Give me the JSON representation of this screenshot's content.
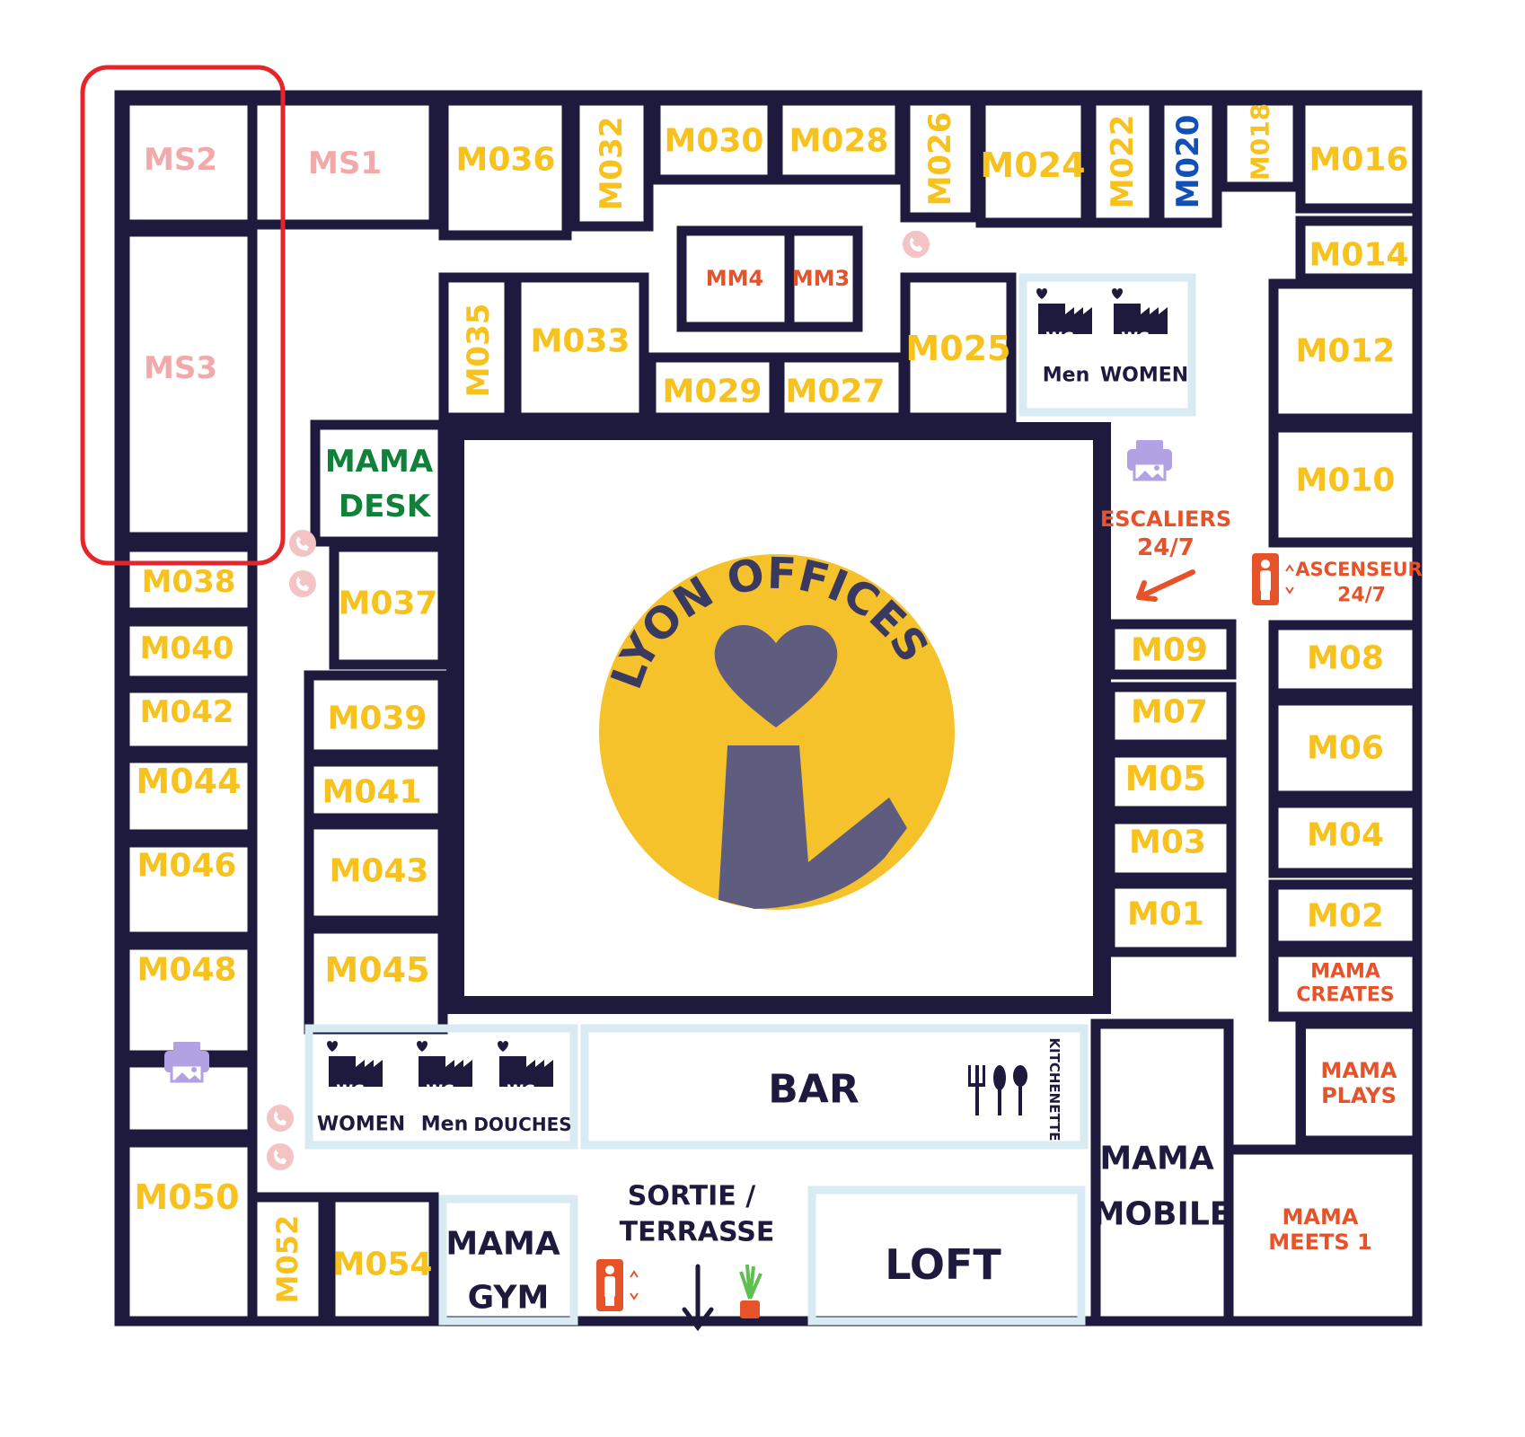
{
  "colors": {
    "wall": "#1d1a3d",
    "yellow": "#f7c21e",
    "pink": "#f2a9a9",
    "orange": "#e6532a",
    "green": "#11803a",
    "blue": "#1050b8",
    "navy": "#1d1a3d",
    "lightblue": "#d8ebf3",
    "logo_yellow": "#f6c22c",
    "logo_gray": "#5e5d80",
    "printer": "#b3a2e3",
    "highlight": "#e5252a"
  },
  "rooms": {
    "ms2": "MS2",
    "ms1": "MS1",
    "ms3": "MS3",
    "m036": "M036",
    "m032": "M032",
    "m030": "M030",
    "m028": "M028",
    "m026": "M026",
    "m024": "M024",
    "m022": "M022",
    "m020": "M020",
    "m018": "M018",
    "m016": "M016",
    "m014": "M014",
    "m012": "M012",
    "m010": "M010",
    "mm4": "MM4",
    "mm3": "MM3",
    "m035": "M035",
    "m033": "M033",
    "m029": "M029",
    "m027": "M027",
    "m025": "M025",
    "mama_desk_1": "MAMA",
    "mama_desk_2": "DESK",
    "m038": "M038",
    "m040": "M040",
    "m042": "M042",
    "m044": "M044",
    "m046": "M046",
    "m048": "M048",
    "m050": "M050",
    "m052": "M052",
    "m054": "M054",
    "m037": "M037",
    "m039": "M039",
    "m041": "M041",
    "m043": "M043",
    "m045": "M045",
    "m09": "M09",
    "m07": "M07",
    "m05": "M05",
    "m03": "M03",
    "m01": "M01",
    "m08": "M08",
    "m06": "M06",
    "m04": "M04",
    "m02": "M02",
    "mama_creates_1": "MAMA",
    "mama_creates_2": "CREATES",
    "mama_plays_1": "MAMA",
    "mama_plays_2": "PLAYS",
    "mama_meets_1": "MAMA",
    "mama_meets_2": "MEETS 1",
    "mama_mobile_1": "MAMA",
    "mama_mobile_2": "MOBILE",
    "mama_gym_1": "MAMA",
    "mama_gym_2": "GYM",
    "bar": "BAR",
    "kitchenette": "KITCHENETTE",
    "loft": "LOFT"
  },
  "labels": {
    "wc": "WC",
    "men": "Men",
    "women": "WOMEN",
    "douches": "DOUCHES",
    "escaliers_1": "ESCALIERS",
    "escaliers_2": "24/7",
    "ascenseur_1": "ASCENSEUR",
    "ascenseur_2": "24/7",
    "sortie_1": "SORTIE /",
    "sortie_2": "TERRASSE"
  },
  "logo": {
    "text": "LYON OFFICES"
  },
  "icons": [
    "heart-icon",
    "wc-icon",
    "printer-icon",
    "phone-icon",
    "elevator-icon",
    "arrow-icon",
    "cutlery-icon",
    "plant-icon"
  ]
}
